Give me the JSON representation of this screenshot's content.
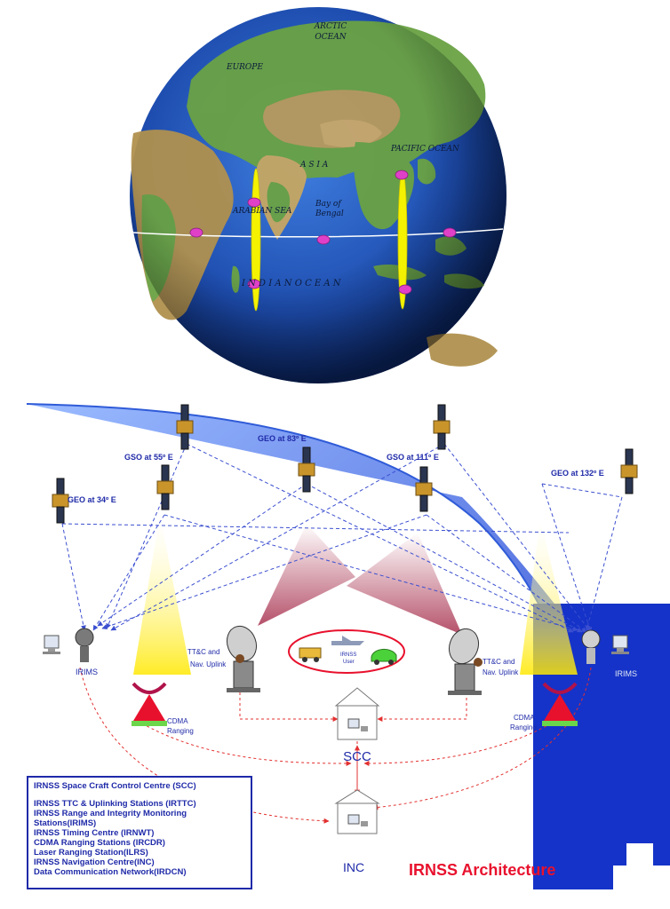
{
  "globe": {
    "arctic_ocean": [
      "ARCTIC",
      "OCEAN"
    ],
    "europe": "EUROPE",
    "pacific_ocean": "PACIFIC OCEAN",
    "asia": "A S I A",
    "arabian_sea": "ARABIAN SEA",
    "bay_of_bengal": [
      "Bay of",
      "Bengal"
    ],
    "indian_ocean": "I N D I A N   O C E A N"
  },
  "satellites": {
    "geo_34": "GEO at 34º E",
    "gso_55": "GSO at 55º E",
    "geo_83": "GEO at 83º E",
    "gso_111": "GSO at 111º E",
    "geo_132": "GEO at 132º E"
  },
  "ground": {
    "irims_left": "IRIMS",
    "irims_right": "IRIMS",
    "cdma_left": [
      "CDMA",
      "Ranging"
    ],
    "cdma_right": [
      "CDMA",
      "Ranging"
    ],
    "ttc_left": [
      "TT&C and",
      "Nav. Uplink"
    ],
    "ttc_right": [
      "TT&C and",
      "Nav. Uplink"
    ],
    "user": [
      "IRNSS",
      "User"
    ],
    "scc": "SCC",
    "inc": "INC"
  },
  "legend": [
    "IRNSS Space Craft Control Centre (SCC)",
    "",
    "IRNSS TTC & Uplinking Stations (IRTTC)",
    "IRNSS Range and Integrity Monitoring",
    "Stations(IRIMS)",
    "IRNSS Timing Centre (IRNWT)",
    "CDMA Ranging Stations (IRCDR)",
    "Laser Ranging Station(ILRS)",
    "IRNSS Navigation Centre(INC)",
    "Data Communication Network(IRDCN)"
  ],
  "title": "IRNSS Architecture",
  "colors": {
    "ocean": "#1f4fb5",
    "land_green": "#5f9e3c",
    "land_brown": "#b89a5c",
    "orbit_line": "#ffffff",
    "footprint": "#f4f200",
    "sat_dot": "#e040c8",
    "link_blue": "#3b4fd0",
    "link_red": "#e33030",
    "beam_maroon": "#a8324f",
    "legend_blue": "#1f2aa8",
    "title_red": "#e8112d"
  }
}
